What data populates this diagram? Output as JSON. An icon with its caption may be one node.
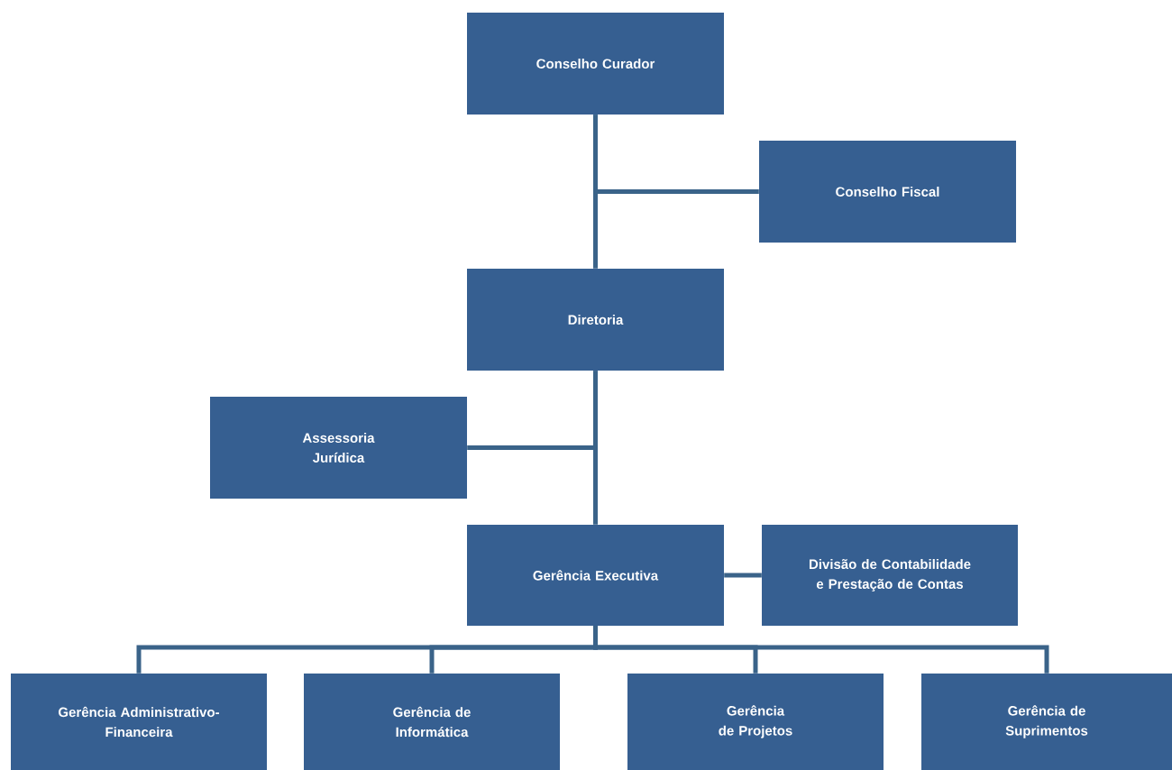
{
  "diagram": {
    "nodes": [
      {
        "text": [
          "Conselho Curador"
        ]
      },
      {
        "text": [
          "Conselho Fiscal"
        ]
      },
      {
        "text": [
          "Diretoria"
        ]
      },
      {
        "text": [
          "Assessoria Jurídica"
        ]
      },
      {
        "text": [
          "Gerência Executiva"
        ]
      },
      {
        "text": [
          "Divisão de Contabilidade e Prestação de Contas"
        ]
      },
      {
        "text": [
          "Gerência Administrativo-Financeira"
        ]
      },
      {
        "text": [
          "Gerência de Informática"
        ]
      },
      {
        "text": [
          "Gerência de Projetos"
        ]
      },
      {
        "text": [
          "Gerência de Suprimentos"
        ]
      }
    ],
    "edges": [
      {
        "from": 0,
        "to": 1,
        "arrow": "none"
      },
      {
        "from": 0,
        "to": 2,
        "arrow": "none"
      },
      {
        "from": 2,
        "to": 3,
        "arrow": "none"
      },
      {
        "from": 2,
        "to": 4,
        "arrow": "none"
      },
      {
        "from": 4,
        "to": 5,
        "arrow": "none"
      },
      {
        "from": 4,
        "to": 6,
        "arrow": "none"
      },
      {
        "from": 4,
        "to": 7,
        "arrow": "none"
      },
      {
        "from": 4,
        "to": 8,
        "arrow": "none"
      },
      {
        "from": 4,
        "to": 9,
        "arrow": "none"
      }
    ]
  }
}
